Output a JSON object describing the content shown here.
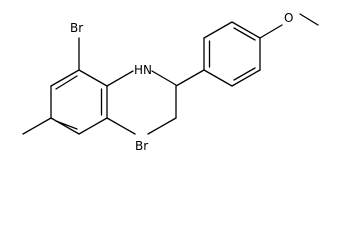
{
  "molecule": {
    "atoms": {
      "br_top": "Br",
      "br_bottom": "Br",
      "nh": "HN",
      "o": "O"
    }
  },
  "colors": {
    "bond": "#000000",
    "label": "#000000",
    "background": "#ffffff"
  }
}
